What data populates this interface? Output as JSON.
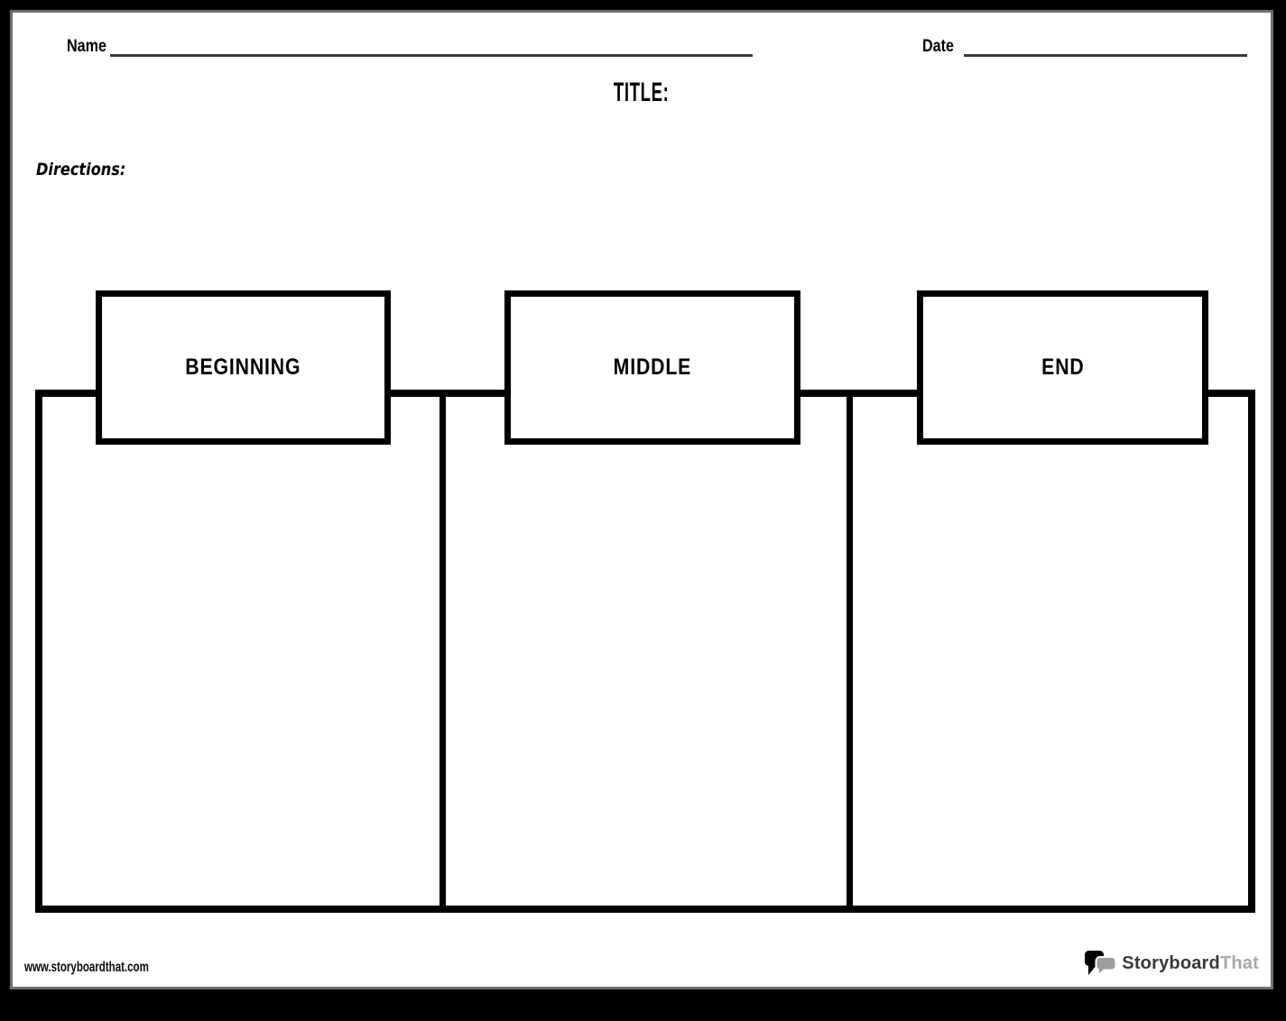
{
  "header": {
    "name_label": "Name",
    "date_label": "Date",
    "title_label": "TITLE:",
    "directions_label": "Directions:"
  },
  "organizer": {
    "sections": [
      {
        "label": "BEGINNING"
      },
      {
        "label": "MIDDLE"
      },
      {
        "label": "END"
      }
    ]
  },
  "footer": {
    "website_url": "www.storyboardthat.com",
    "brand_name_primary": "Storyboard",
    "brand_name_secondary": "That",
    "logo_icon": "speech-bubbles-icon"
  },
  "colors": {
    "page_background": "#ffffff",
    "surround": "#000000",
    "organizer_border": "#000000",
    "write_line": "#3a3a3a",
    "page_edge": "#6f6f6f",
    "brand_primary_text": "#38383e",
    "brand_secondary_text": "#a8a8ab",
    "bubble_back": "#000000",
    "bubble_front": "#9d9d9d"
  }
}
